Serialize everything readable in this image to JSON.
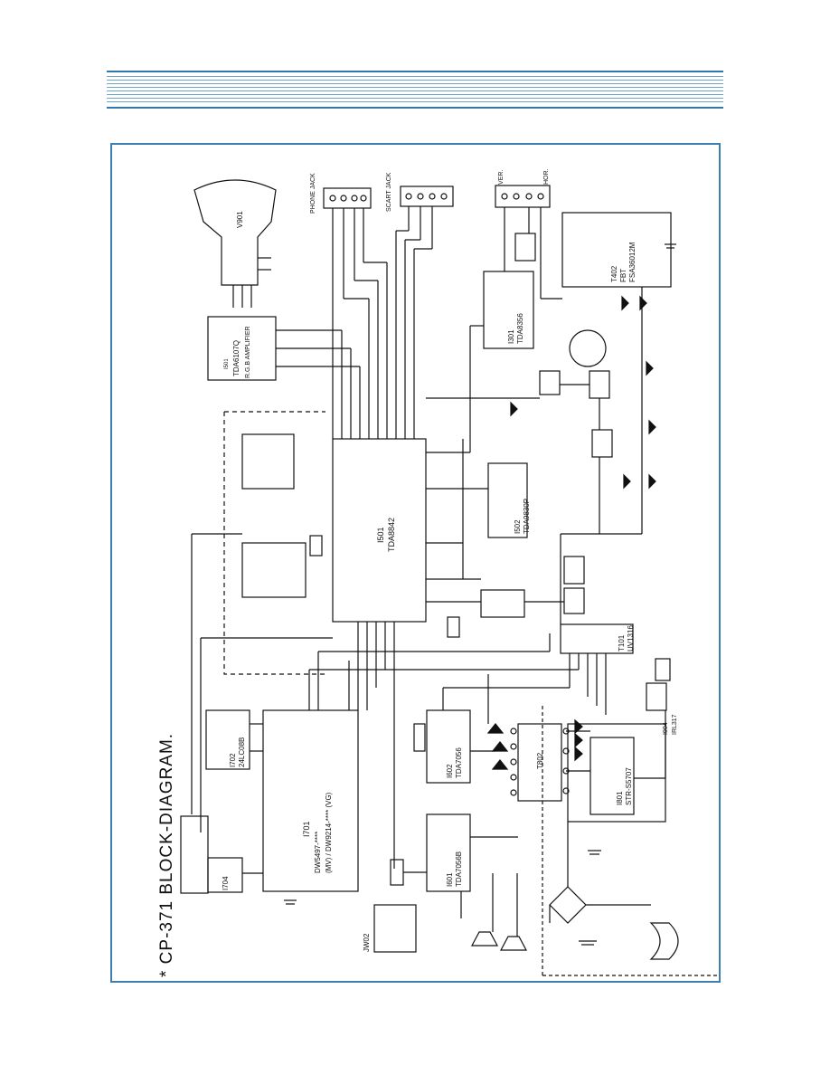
{
  "title": "* CP-371 BLOCK-DIAGRAM.",
  "colors": {
    "header_lines": "#6fa6c8",
    "frame": "#3d7fb3",
    "ink": "#111111"
  },
  "crt": {
    "ref": "V901"
  },
  "rgb_amp": {
    "ref": "I501",
    "part": "TDA6107Q",
    "desc": "R.G.B AMPLIFIER"
  },
  "phone_jack": {
    "label": "PHONE JACK"
  },
  "scart_jack": {
    "label": "SCART JACK"
  },
  "yoke_labels": {
    "ver": "VER.",
    "hor": "HOR."
  },
  "fbt": {
    "ref": "T402",
    "name": "FBT",
    "part": "FSA36012M"
  },
  "vert": {
    "ref": "I301",
    "part": "TDA8356"
  },
  "jungle": {
    "ref": "I501",
    "part": "TDA8842"
  },
  "if_ic": {
    "ref": "I502",
    "part": "TDA9830P"
  },
  "tuner": {
    "ref": "T101",
    "part": "UV1316"
  },
  "eeprom": {
    "ref": "I702",
    "part": "24LC08B"
  },
  "micom": {
    "ref": "I701",
    "part": "DW5497-****",
    "desc": "(MV) / DW9214-**** (VG)"
  },
  "audio1": {
    "ref": "I601",
    "part": "TDA7056B"
  },
  "audio2": {
    "ref": "I602",
    "part": "TDA7056"
  },
  "smps": {
    "ref": "I801",
    "part": "STR-S5707",
    "transformer": "T802"
  },
  "remote": {
    "ref": "I904",
    "part": "IRL317"
  },
  "keypad": {
    "ref": "I704"
  },
  "jack_module": {
    "ref": "JW02"
  }
}
